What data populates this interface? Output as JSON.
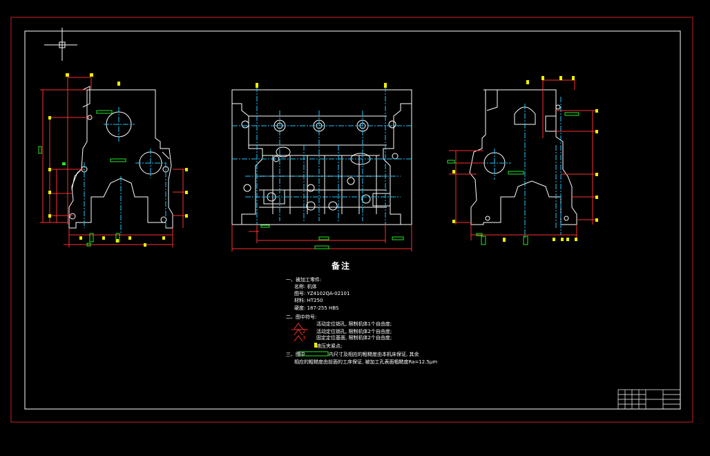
{
  "colors": {
    "background": "#000000",
    "outer_border": "#cc2222",
    "inner_border": "#ffffff",
    "outline": "#ffffff",
    "centerline": "#22c8ff",
    "dimension": "#ff3030",
    "marker_green": "#22ee22",
    "marker_yellow": "#eeee00"
  },
  "notes": {
    "title": "备注",
    "l1": "一、被加工零件:",
    "l2": "名称: 机体",
    "l3": "图号: YZ4102QA-02101",
    "l4": "材料: HT250",
    "l5": "硬度: 187-255 HBS",
    "l6": "二、图中符号:",
    "sym1": "活动定位销孔, 限制机体1个自由度;",
    "sym2": "活动定位销孔, 限制机体2个自由度;",
    "sym3": "固定定位基面, 限制机体2个自由度;",
    "sym4": "液压夹紧点;",
    "sym2_num": "2",
    "sym3_num": "3",
    "l11": "三、图中",
    "l11b": "内尺寸及相应的粗糙度由本机床保证, 其余",
    "l12": "相应的粗糙度由前面的工序保证, 被加工孔表面粗糙度Ra=12.5μm"
  }
}
